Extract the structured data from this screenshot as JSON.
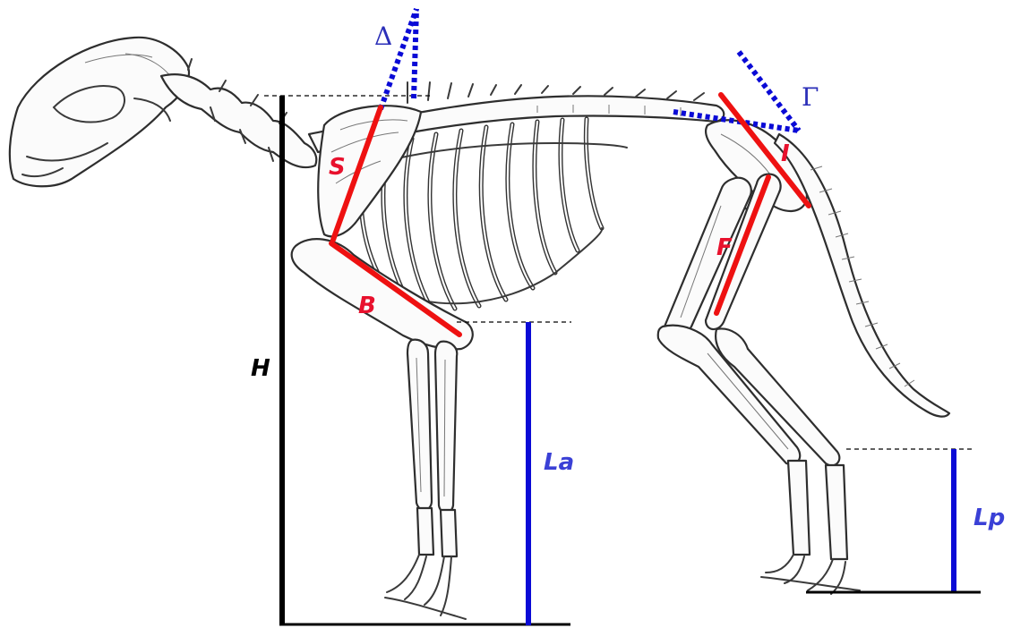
{
  "labels": {
    "scapula": "S",
    "humerus": "B",
    "pelvis": "I",
    "femur": "F",
    "height": "H",
    "foreleg_length": "La",
    "hindleg_length": "Lp",
    "shoulder_angle": "Δ",
    "pelvic_angle": "Γ"
  },
  "colors": {
    "segments": "#ee1111",
    "segment_labels": "#e8112d",
    "leg_measures": "#0a0ad6",
    "height_measure": "#000000",
    "greek_labels": "#2b2fb8"
  }
}
